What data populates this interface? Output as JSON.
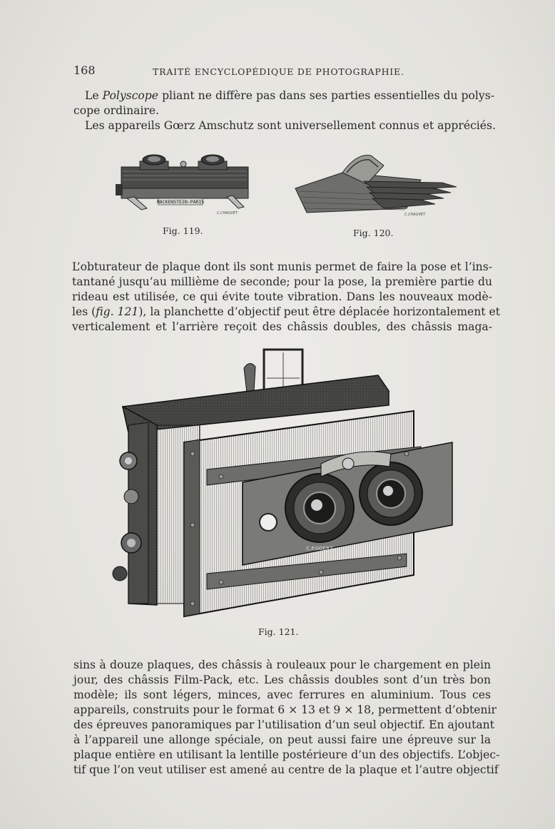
{
  "header": {
    "page_number": "168",
    "running_title": "TRAITÉ ENCYCLOPÉDIQUE DE PHOTOGRAPHIE."
  },
  "intro": {
    "line1_before": "Le ",
    "line1_italic": "Polyscope",
    "line1_after": " pliant ne diffère pas dans ses parties essentielles du polys-",
    "line2": "cope ordinaire.",
    "line3": "Les appareils Gœrz Amschutz sont universellement connus et appréciés."
  },
  "figures": {
    "fig119": {
      "caption": "Fig. 119.",
      "plate_text": "MACKENSTEIN-PARIS",
      "signature": "C.CHAUVET"
    },
    "fig120": {
      "caption": "Fig. 120.",
      "signature": "C.CHAUVET"
    },
    "fig121": {
      "caption": "Fig. 121.",
      "lens_text": "C.P.GOERZ"
    }
  },
  "para2": {
    "l1": "L’obturateur de plaque dont ils sont munis permet de faire la pose et l’ins-",
    "l2": "tantané jusqu’au millième de seconde; pour la pose, la première partie du",
    "l3": "rideau est utilisée, ce qui évite toute vibration. Dans les nouveaux modè-",
    "l4_before": "les (",
    "l4_italic": "fig. 121",
    "l4_after": "), la planchette d’objectif peut être déplacée horizontalement et",
    "l5": "verticalement et l’arrière reçoit des châssis doubles, des châssis maga-"
  },
  "para3": {
    "lines": [
      "sins à douze plaques, des châssis à rouleaux pour le chargement en plein",
      "jour, des châssis Film-Pack, etc. Les châssis doubles sont d’un très bon",
      "modèle; ils sont légers, minces, avec ferrures en aluminium. Tous ces",
      "appareils, construits pour le format 6 × 13 et 9 × 18, permettent d’obtenir",
      "des épreuves panoramiques par l’utilisation d’un seul objectif. En ajoutant",
      "à l’appareil une allonge spéciale, on peut aussi faire une épreuve sur la",
      "plaque entière en utilisant la lentille postérieure d’un des objectifs. L’objec-",
      "tif que l’on veut utiliser est amené au centre de la plaque et l’autre objectif"
    ]
  }
}
